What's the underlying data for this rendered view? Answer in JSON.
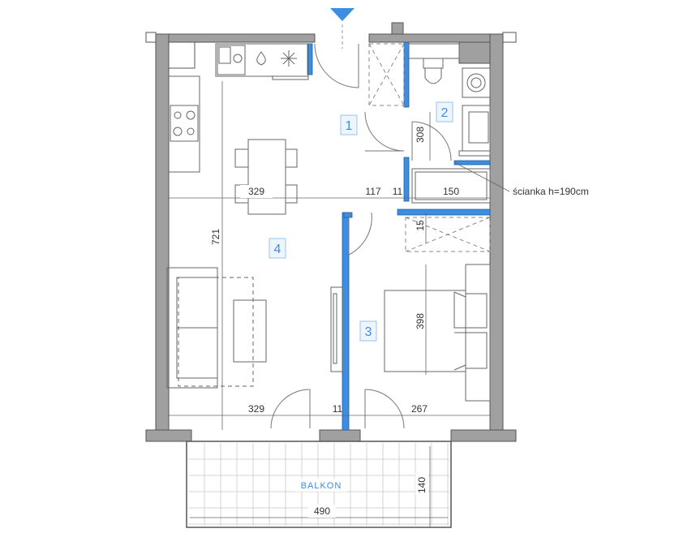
{
  "rooms": [
    {
      "id": "room-1",
      "label": "1"
    },
    {
      "id": "room-2",
      "label": "2"
    },
    {
      "id": "room-3",
      "label": "3"
    },
    {
      "id": "room-4",
      "label": "4"
    }
  ],
  "dimensions": {
    "living_width_top": "329",
    "hall_width": "117",
    "wall_a": "11",
    "bath_width": "150",
    "bath_depth": "308",
    "wall_b": "15",
    "living_depth": "721",
    "bedroom_depth": "398",
    "living_width_bottom": "329",
    "wall_c": "11",
    "bedroom_width": "267",
    "balcony_depth": "140",
    "balcony_width": "490"
  },
  "balcony_label": "BALKON",
  "partition_note": "ścianka h=190cm",
  "colors": {
    "wall": "#9e9e9e",
    "partition": "#3d8de0",
    "label": "#3d8de0",
    "line": "#555555",
    "entrance_marker": "#3d8de0"
  }
}
